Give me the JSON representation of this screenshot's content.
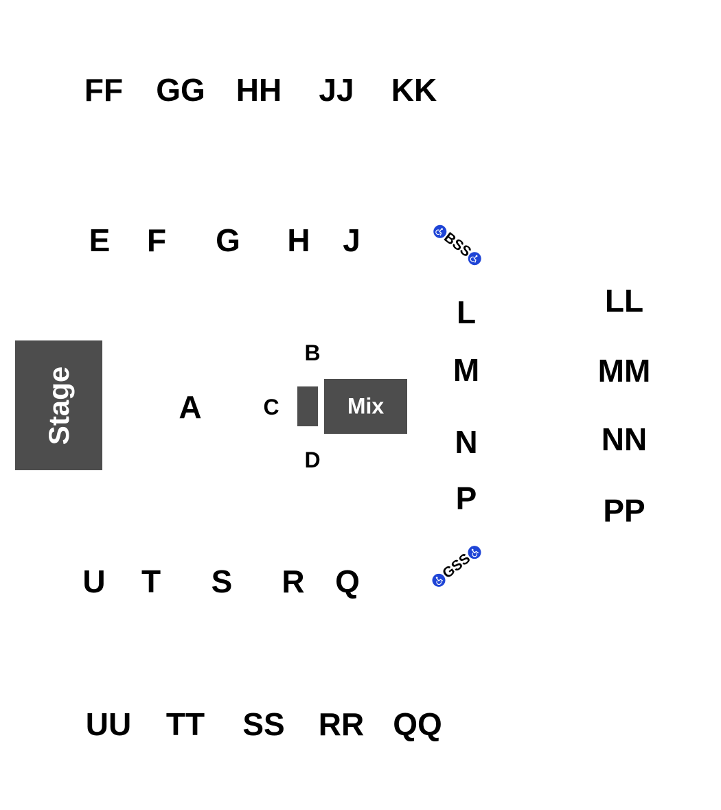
{
  "map": {
    "stage_label": "Stage",
    "mix_label": "Mix",
    "sections": {
      "ff": "FF",
      "gg": "GG",
      "hh": "HH",
      "jj": "JJ",
      "kk": "KK",
      "e": "E",
      "f": "F",
      "g": "G",
      "h": "H",
      "j": "J",
      "l": "L",
      "m": "M",
      "n": "N",
      "p": "P",
      "ll": "LL",
      "mm": "MM",
      "nn": "NN",
      "pp": "PP",
      "a": "A",
      "b": "B",
      "c": "C",
      "d": "D",
      "u": "U",
      "t": "T",
      "s": "S",
      "r": "R",
      "q": "Q",
      "uu": "UU",
      "tt": "TT",
      "ss": "SS",
      "rr": "RR",
      "qq": "QQ"
    },
    "accessible_sections": {
      "bss": "BSS",
      "gss": "GSS"
    },
    "colors": {
      "block": "#4d4d4d",
      "accessible_icon": "#1f45d6",
      "label": "#000000",
      "block_label": "#ffffff"
    },
    "icons": {
      "accessible": "wheelchair-icon"
    }
  }
}
